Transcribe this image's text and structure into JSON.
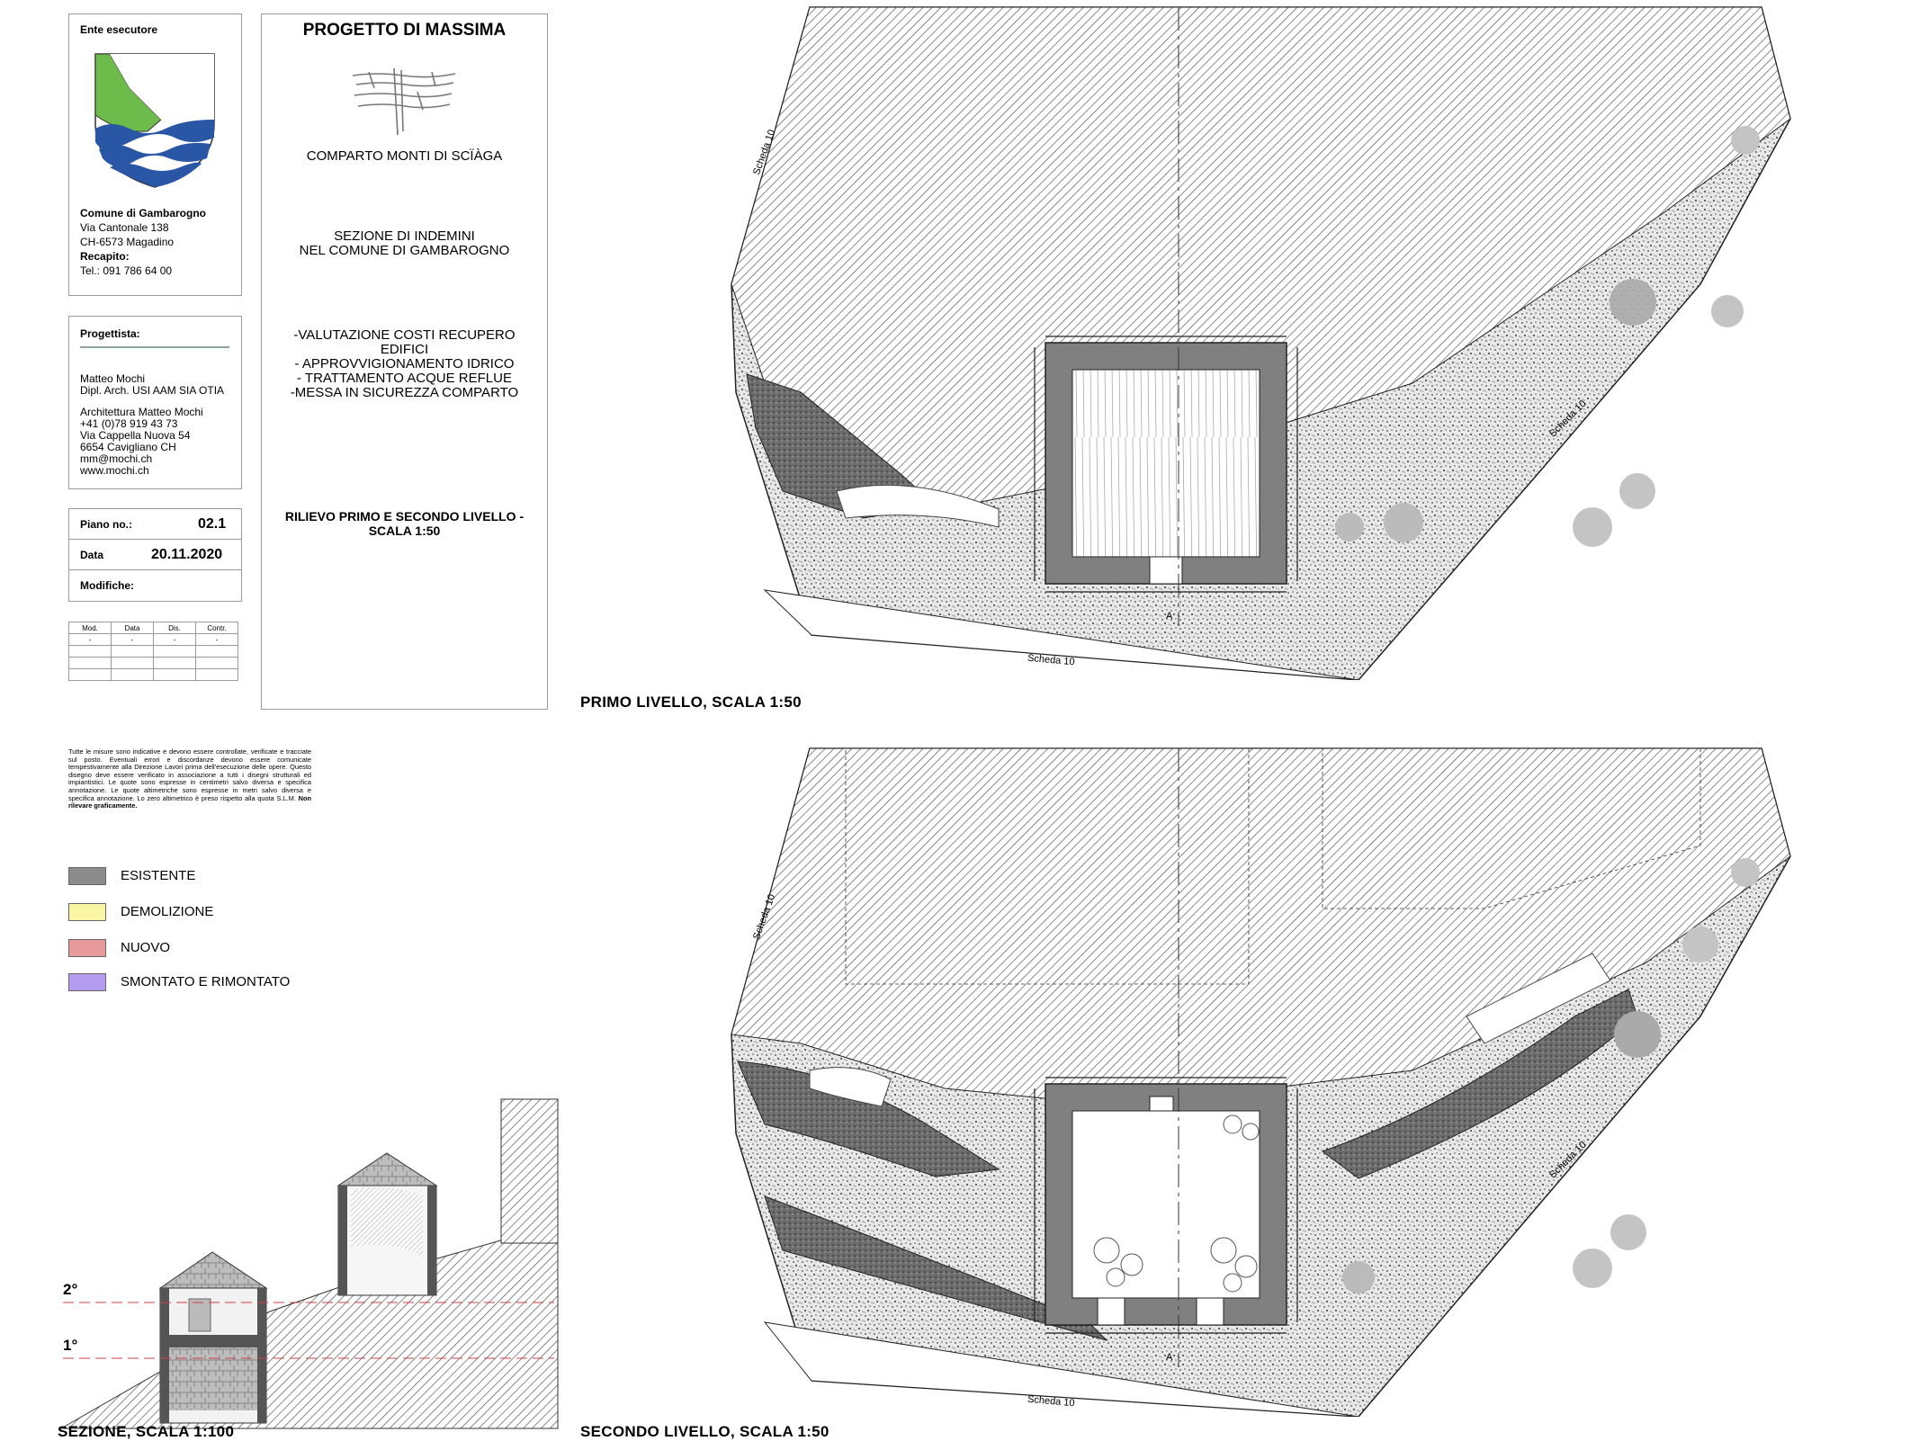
{
  "cartiglio": {
    "ente_label": "Ente esecutore",
    "comune": {
      "name": "Comune di Gambarogno",
      "street": "Via Cantonale 138",
      "city": "CH-6573 Magadino",
      "recapito_label": "Recapito:",
      "tel": "Tel.: 091 786 64 00"
    },
    "progettista": {
      "label": "Progettista:",
      "name": "Matteo Mochi",
      "title": "Dipl. Arch. USI AAM SIA OTIA",
      "studio": "Architettura Matteo Mochi",
      "phone": "+41 (0)78 919 43 73",
      "street": "Via Cappella Nuova 54",
      "city": "6654 Cavigliano CH",
      "email": "mm@mochi.ch",
      "web": "www.mochi.ch"
    },
    "piano": {
      "label": "Piano no.:",
      "value": "02.1"
    },
    "data": {
      "label": "Data",
      "value": "20.11.2020"
    },
    "modifiche_label": "Modifiche:",
    "mod_table": {
      "headers": [
        "Mod.",
        "Data",
        "Dis.",
        "Contr."
      ],
      "rows": [
        [
          "-",
          "-",
          "-",
          "-"
        ]
      ]
    }
  },
  "project": {
    "title": "PROGETTO DI MASSIMA",
    "comparto": "COMPARTO MONTI DI SCÏÀGA",
    "sezione_line1": "SEZIONE DI INDEMINI",
    "sezione_line2": "NEL COMUNE DI GAMBAROGNO",
    "scope_line1": "-VALUTAZIONE COSTI RECUPERO",
    "scope_line2": "EDIFICI",
    "scope_line3": "- APPROVVIGIONAMENTO IDRICO",
    "scope_line4": "- TRATTAMENTO ACQUE REFLUE",
    "scope_line5": "-MESSA IN SICUREZZA COMPARTO",
    "rilievo_line1": "RILIEVO PRIMO E SECONDO LIVELLO -",
    "rilievo_line2": "SCALA 1:50"
  },
  "disclaimer": {
    "text": "Tutte le misure sono indicative e devono essere controllate, verificate e tracciate sul posto. Eventuali errori e discordanze devono essere comunicate tempestivamente alla Direzione Lavori prima dell'esecuzione delle opere. Questo disegno deve essere verificato in associazione a tutti i disegni strutturali ed impiantistici. Le quote sono espresse in centimetri salvo diversa e specifica annotazione. Le quote altimetriche sono espresse in metri salvo diversa e specifica annotazione. Lo zero altimetrico è preso rispetto alla quota S.L.M.",
    "bold_tail": "Non rilevare graficamente."
  },
  "legend": [
    {
      "label": "ESISTENTE",
      "color": "#8c8c8c"
    },
    {
      "label": "DEMOLIZIONE",
      "color": "#fbf6a4"
    },
    {
      "label": "NUOVO",
      "color": "#e89a9a"
    },
    {
      "label": "SMONTATO E RIMONTATO",
      "color": "#b49df0"
    }
  ],
  "section": {
    "level2": "2°",
    "level1": "1°",
    "caption": "SEZIONE, SCALA 1:100"
  },
  "plan1": {
    "caption": "PRIMO LIVELLO, SCALA 1:50",
    "scheda_left": "Scheda 10",
    "scheda_right": "Scheda 10",
    "scheda_bottom": "Scheda 10",
    "cut_label": "A"
  },
  "plan2": {
    "caption": "SECONDO LIVELLO, SCALA 1:50",
    "scheda_left": "Scheda 10",
    "scheda_right": "Scheda 10",
    "scheda_bottom": "Scheda 10",
    "cut_label": "A"
  }
}
